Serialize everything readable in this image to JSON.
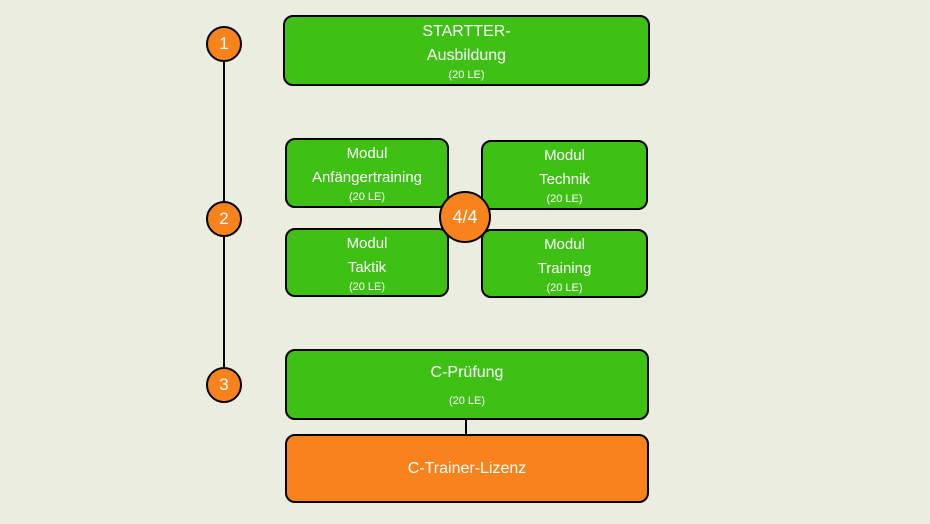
{
  "colors": {
    "box_green": "#3EC114",
    "accent_orange": "#F8821C",
    "background": "#ECEDE1",
    "line": "#000000"
  },
  "steps": [
    {
      "number": "1"
    },
    {
      "number": "2"
    },
    {
      "number": "3"
    }
  ],
  "starter_box": {
    "line1": "STARTTER-",
    "line2": "Ausbildung",
    "sub": "(20 LE)"
  },
  "modules": [
    {
      "line1": "Modul",
      "line2": "Anfängertraining",
      "sub": "(20 LE)"
    },
    {
      "line1": "Modul",
      "line2": "Technik",
      "sub": "(20 LE)"
    },
    {
      "line1": "Modul",
      "line2": "Taktik",
      "sub": "(20 LE)"
    },
    {
      "line1": "Modul",
      "line2": "Training",
      "sub": "(20 LE)"
    }
  ],
  "module_counter": "4/4",
  "exam_box": {
    "title": "C-Prüfung",
    "sub": "(20 LE)"
  },
  "license_box": {
    "title": "C-Trainer-Lizenz"
  }
}
